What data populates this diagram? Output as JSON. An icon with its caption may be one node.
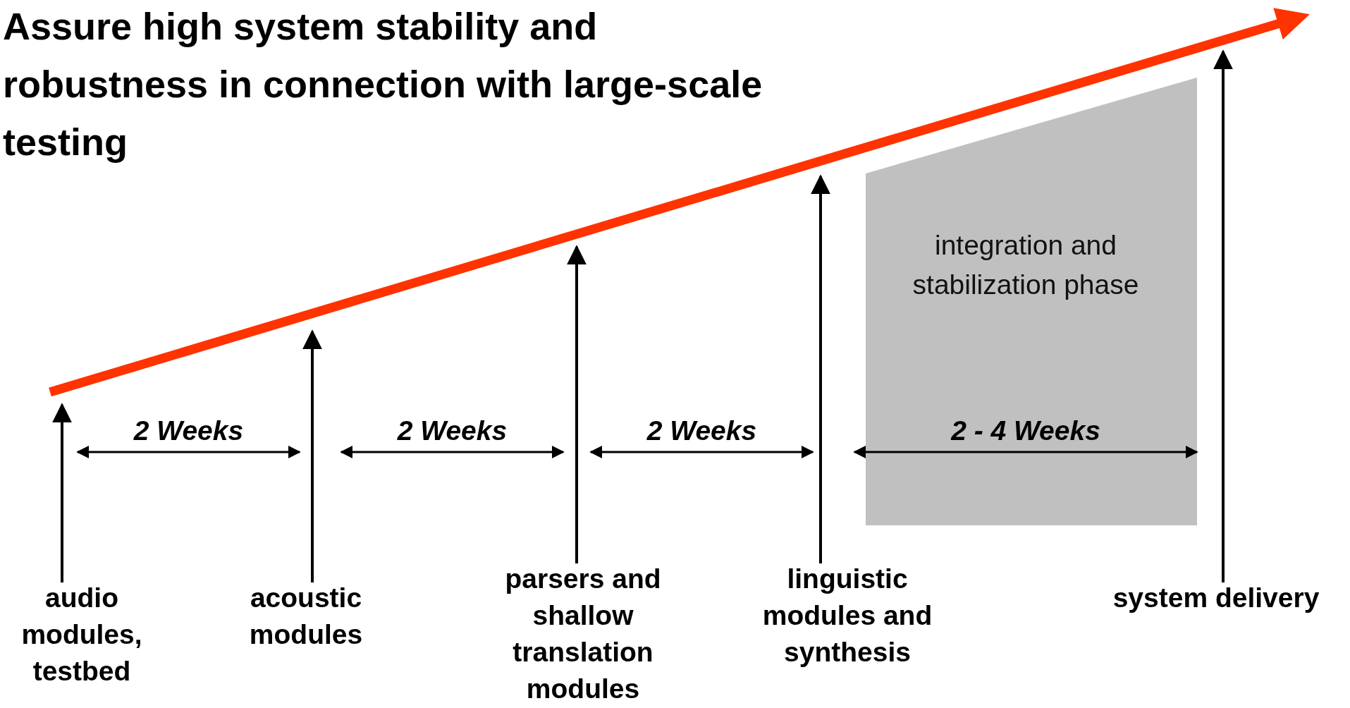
{
  "diagram": {
    "title": "Assure high system stability and robustness in connection with large-scale testing",
    "nodes": [
      {
        "text": [
          "integration and stabilization phase"
        ]
      },
      {
        "text": [
          "audio modules, testbed"
        ]
      },
      {
        "text": [
          "acoustic modules"
        ]
      },
      {
        "text": [
          "parsers and shallow translation modules"
        ]
      },
      {
        "text": [
          "linguistic modules and synthesis"
        ]
      },
      {
        "text": [
          "system delivery"
        ]
      }
    ],
    "edges": [
      {
        "from": 1,
        "to": null,
        "arrow": "to"
      },
      {
        "from": 2,
        "to": null,
        "arrow": "to"
      },
      {
        "from": 3,
        "to": null,
        "arrow": "to"
      },
      {
        "from": 4,
        "to": null,
        "arrow": "to"
      },
      {
        "from": 5,
        "to": null,
        "arrow": "to"
      }
    ],
    "labels": [
      "2 Weeks",
      "2 Weeks",
      "2 Weeks",
      "2 - 4 Weeks"
    ]
  }
}
